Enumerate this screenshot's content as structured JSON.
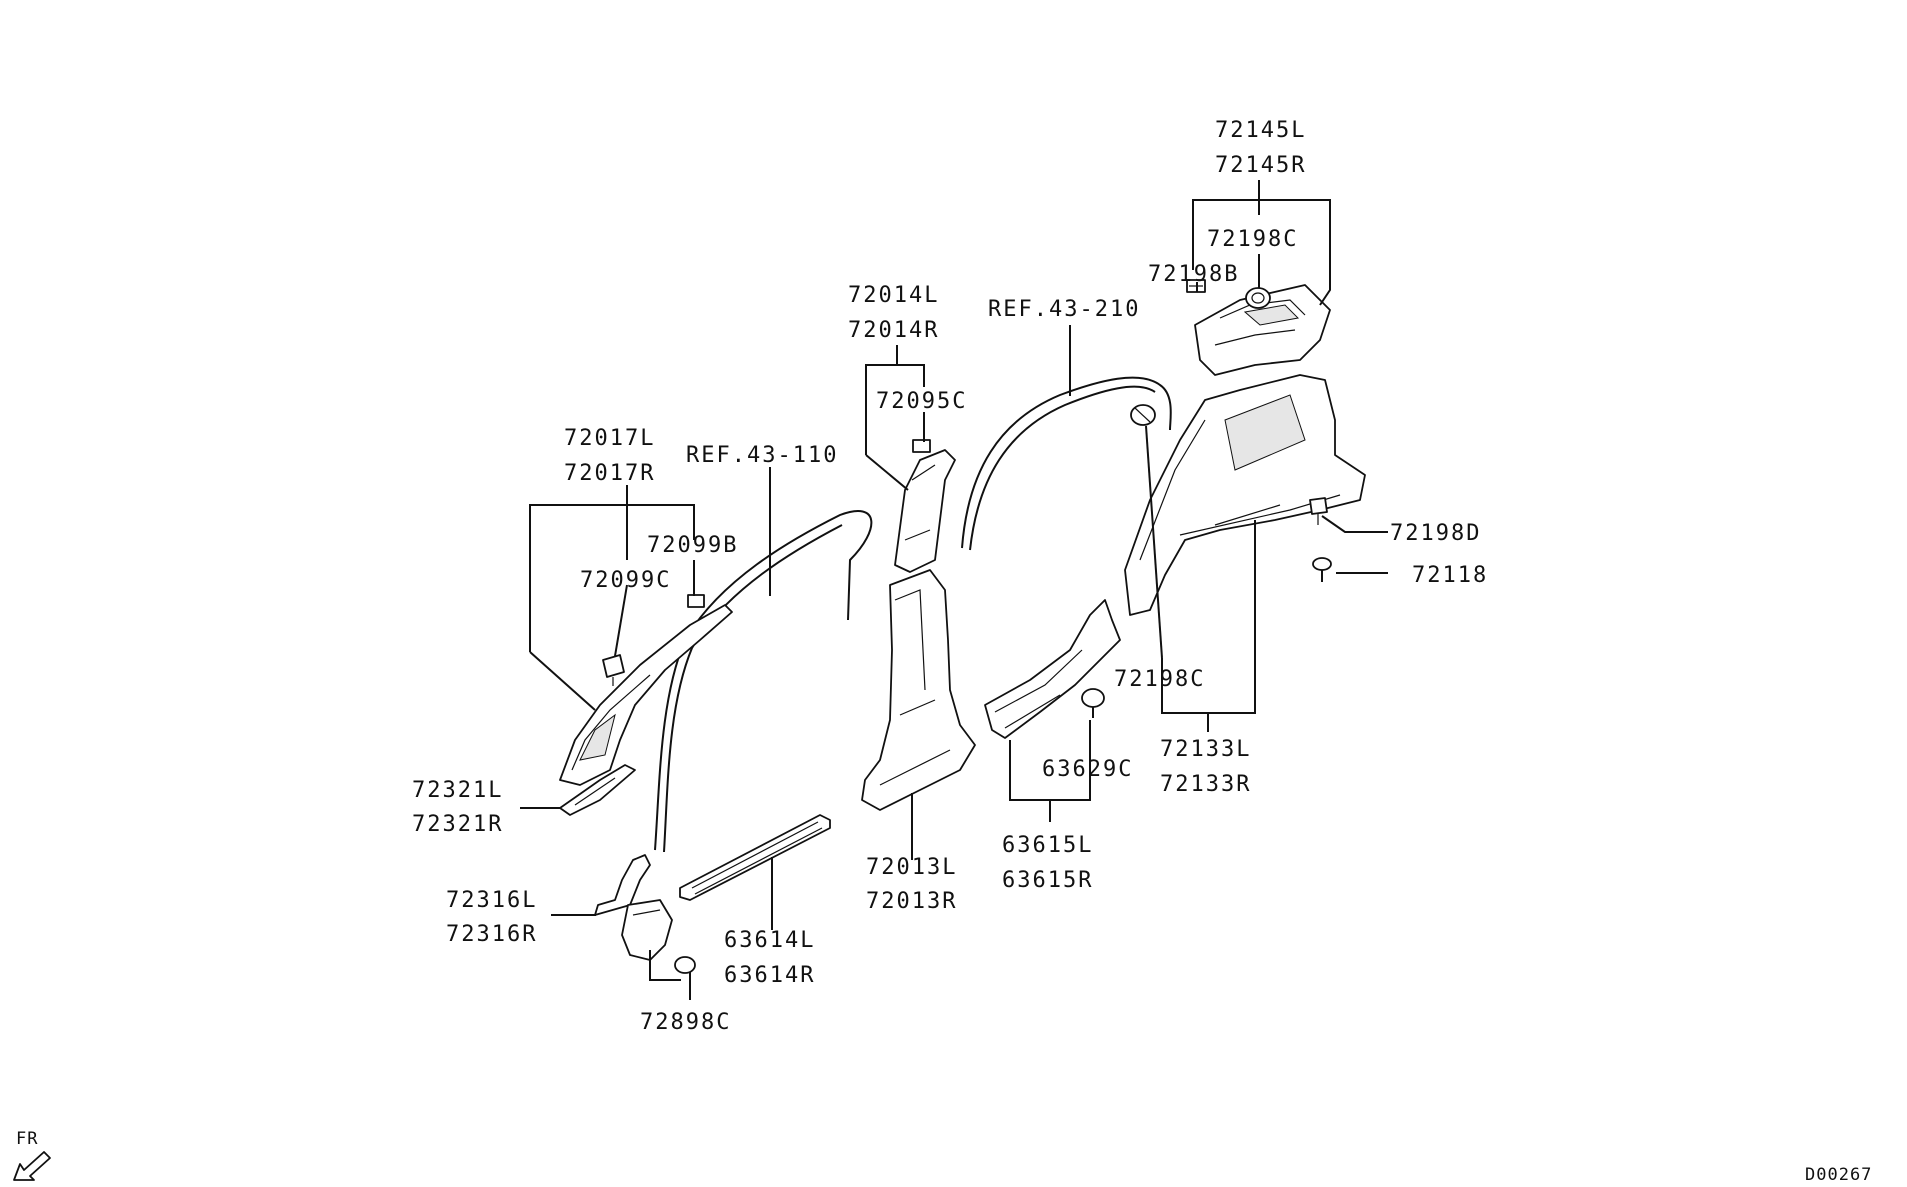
{
  "diagram": {
    "labels": {
      "p72145L": "72145L",
      "p72145R": "72145R",
      "p72198C_top": "72198C",
      "p72198B": "72198B",
      "p72198D": "72198D",
      "p72118": "72118",
      "p72198C_mid": "72198C",
      "p72133L": "72133L",
      "p72133R": "72133R",
      "ref43_210": "REF.43-210",
      "p72014L": "72014L",
      "p72014R": "72014R",
      "p72095C": "72095C",
      "p72017L": "72017L",
      "p72017R": "72017R",
      "ref43_110": "REF.43-110",
      "p72099B": "72099B",
      "p72099C": "72099C",
      "p72321L": "72321L",
      "p72321R": "72321R",
      "p72316L": "72316L",
      "p72316R": "72316R",
      "p72898C": "72898C",
      "p63614L": "63614L",
      "p63614R": "63614R",
      "p72013L": "72013L",
      "p72013R": "72013R",
      "p63629C": "63629C",
      "p63615L": "63615L",
      "p63615R": "63615R"
    },
    "fr_label": "FR",
    "diagram_code": "D00267"
  }
}
